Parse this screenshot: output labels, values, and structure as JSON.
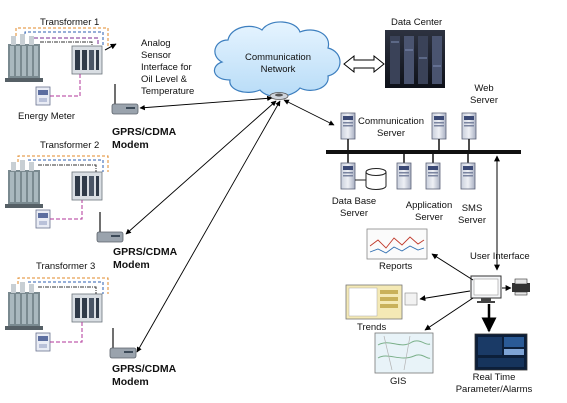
{
  "transformers": [
    {
      "label": "Transformer 1"
    },
    {
      "label": "Transformer 2"
    },
    {
      "label": "Transformer 3"
    }
  ],
  "energy_meter_label": "Energy Meter",
  "sensor_label_lines": [
    "Analog",
    "Sensor",
    "Interface for",
    "Oil Level &",
    "Temperature"
  ],
  "modem_label_lines": [
    "GPRS/CDMA",
    "Modem"
  ],
  "network_label_lines": [
    "Communication",
    "Network"
  ],
  "data_center_label": "Data Center",
  "web_server_label_lines": [
    "Web",
    "Server"
  ],
  "communication_server_label_lines": [
    "Communication",
    "Server"
  ],
  "database_server_label_lines": [
    "Data Base",
    "Server"
  ],
  "application_server_label_lines": [
    "Application",
    "Server"
  ],
  "sms_server_label_lines": [
    "SMS",
    "Server"
  ],
  "user_interface_label": "User Interface",
  "reports_label": "Reports",
  "trends_label": "Trends",
  "gis_label": "GIS",
  "realtime_label_lines": [
    "Real Time",
    "Parameter/Alarms"
  ]
}
